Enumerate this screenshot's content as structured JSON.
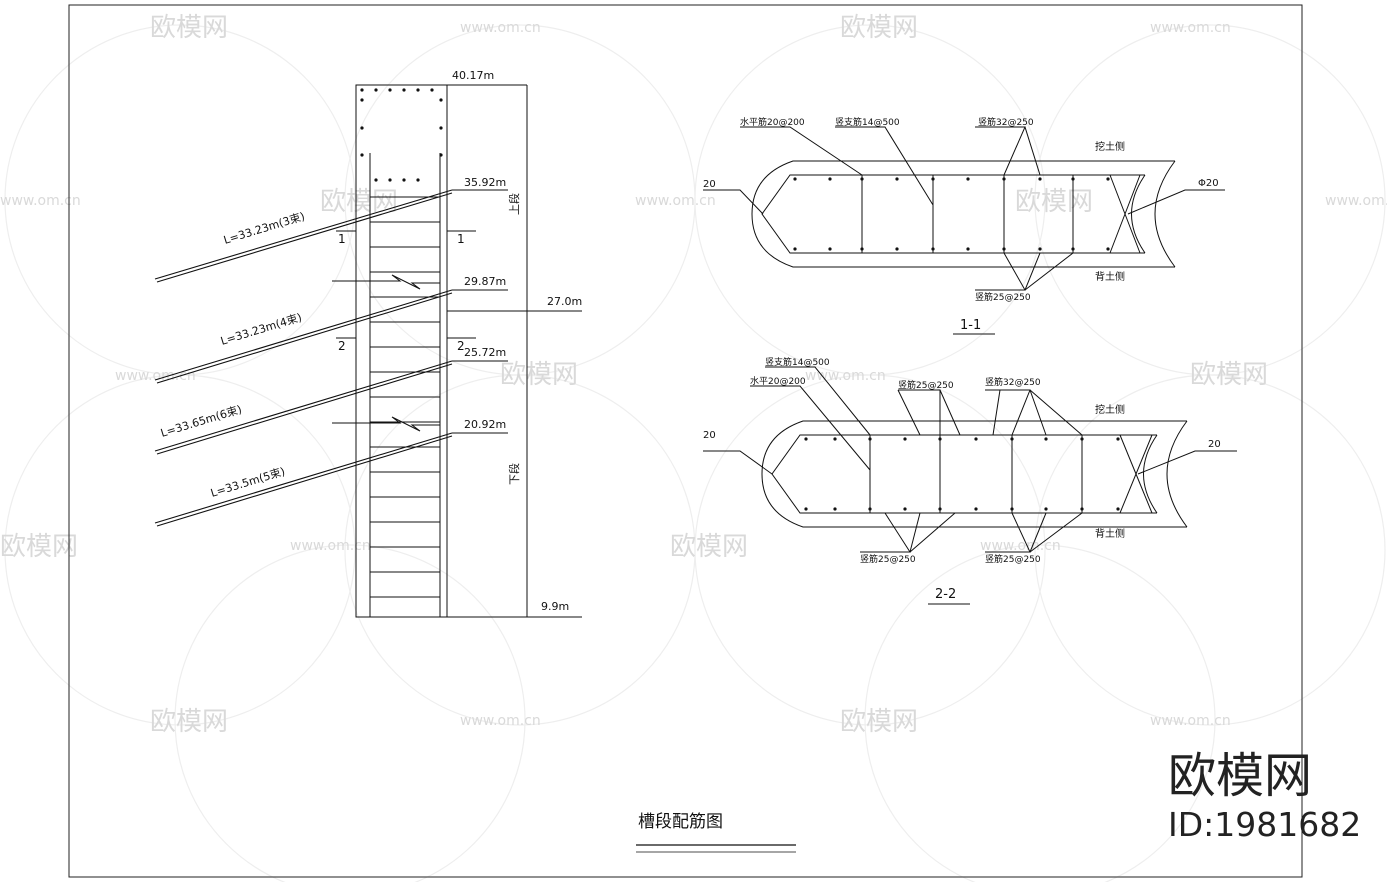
{
  "elevation": {
    "levels": [
      "40.17m",
      "35.92m",
      "29.87m",
      "25.72m",
      "20.92m",
      "27.0m",
      "9.9m"
    ],
    "anchors": [
      "L=33.23m(3束)",
      "L=33.23m(4束)",
      "L=33.65m(6束)",
      "L=33.5m(5束)"
    ],
    "section_marks": [
      "1",
      "1",
      "2",
      "2"
    ],
    "segments": [
      "上段",
      "下段"
    ]
  },
  "section1": {
    "title": "1-1",
    "labels": [
      "水平筋20@200",
      "竖支筋14@500",
      "竖筋32@250",
      "挖土侧",
      "竖筋25@250",
      "背土侧",
      "20",
      "Φ20"
    ]
  },
  "section2": {
    "title": "2-2",
    "labels": [
      "竖支筋14@500",
      "水平20@200",
      "竖筋25@250",
      "竖筋32@250",
      "挖土侧",
      "竖筋25@250",
      "竖筋25@250",
      "背土侧",
      "20",
      "20"
    ]
  },
  "drawing_title": "槽段配筋图",
  "watermark": {
    "brand": "欧模网",
    "url": "www.om.cn",
    "id": "ID:1981682"
  }
}
